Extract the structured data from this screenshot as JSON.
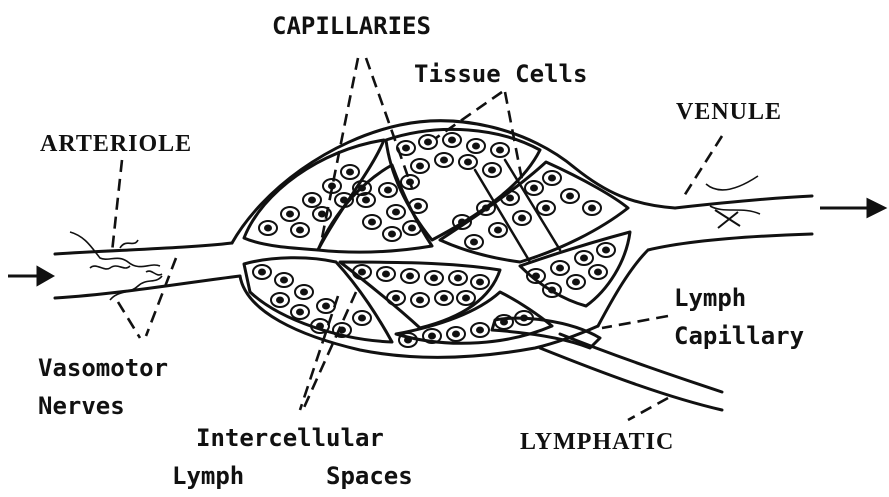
{
  "labels": {
    "capillaries": "CAPILLARIES",
    "tissue_cells": "Tissue Cells",
    "venule": "VENULE",
    "arteriole": "ARTERIOLE",
    "lymph_capillary_1": "Lymph",
    "lymph_capillary_2": "Capillary",
    "vasomotor_1": "Vasomotor",
    "vasomotor_2": "Nerves",
    "intercellular_1": "Intercellular",
    "intercellular_2_a": "Lymph",
    "intercellular_2_b": "Spaces",
    "lymphatic": "LYMPHATIC"
  },
  "colors": {
    "ink": "#111111",
    "paper": "#ffffff"
  }
}
